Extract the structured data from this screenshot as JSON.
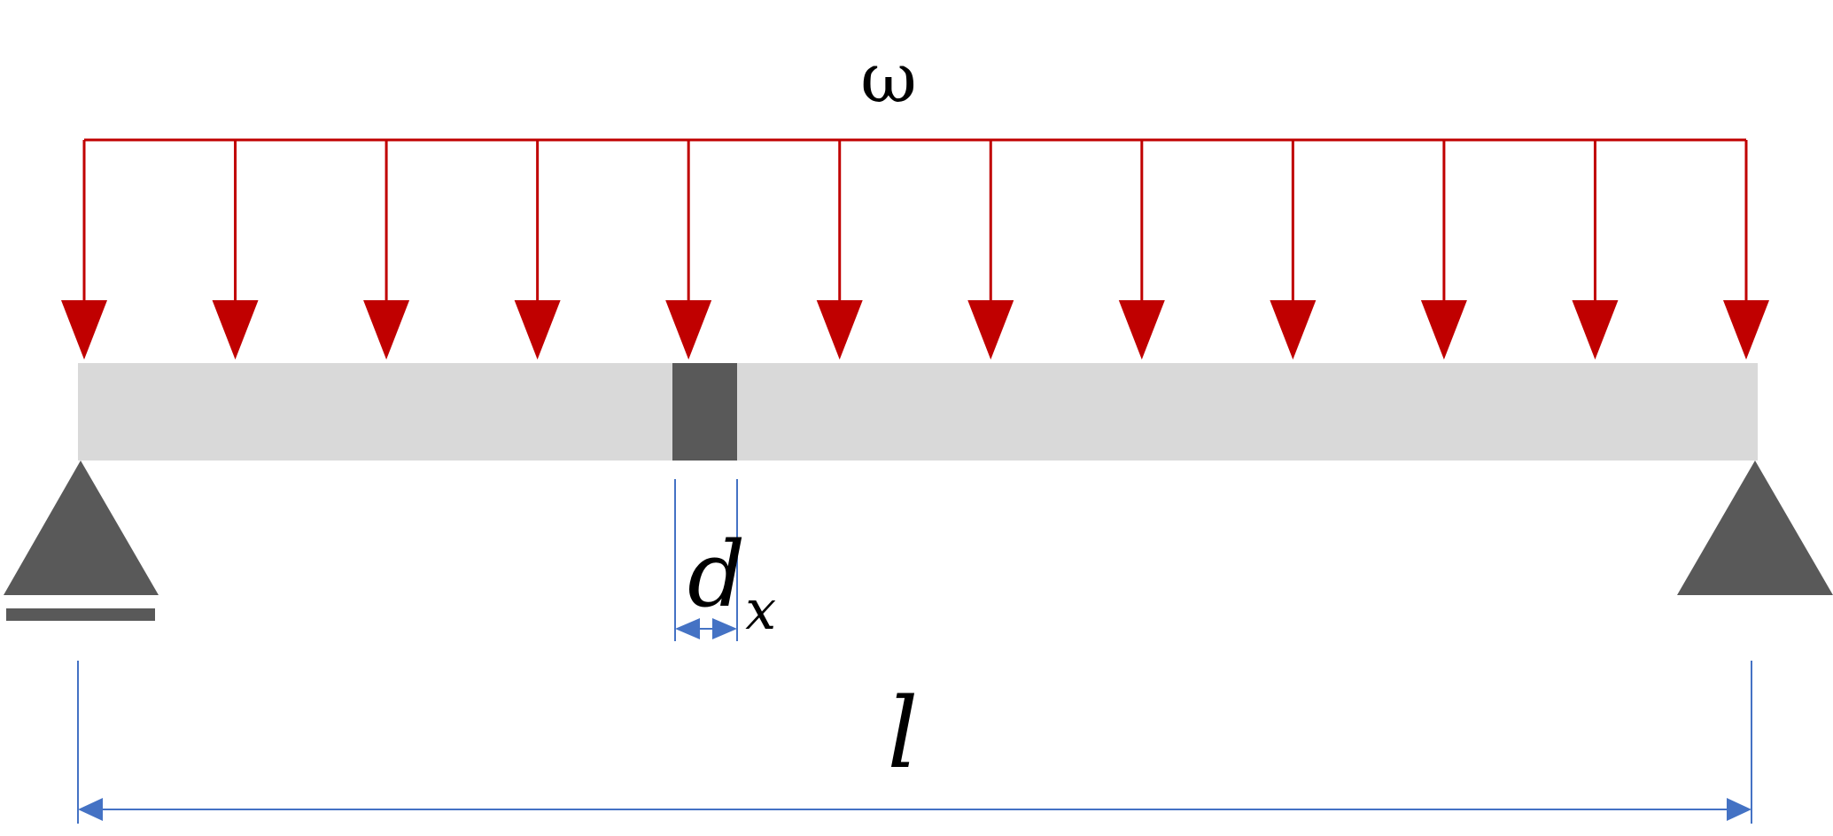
{
  "diagram": {
    "load_symbol": "ω",
    "element_label_main": "d",
    "element_label_sub": "x",
    "span_label": "l",
    "load_arrow_count": 12
  },
  "colors": {
    "load": "#c00000",
    "beam": "#d9d9d9",
    "element": "#595959",
    "support": "#595959",
    "dimension": "#4472c4",
    "text": "#000000"
  },
  "icons": {
    "left_support": "pin-support-icon",
    "right_support": "roller-support-icon"
  }
}
